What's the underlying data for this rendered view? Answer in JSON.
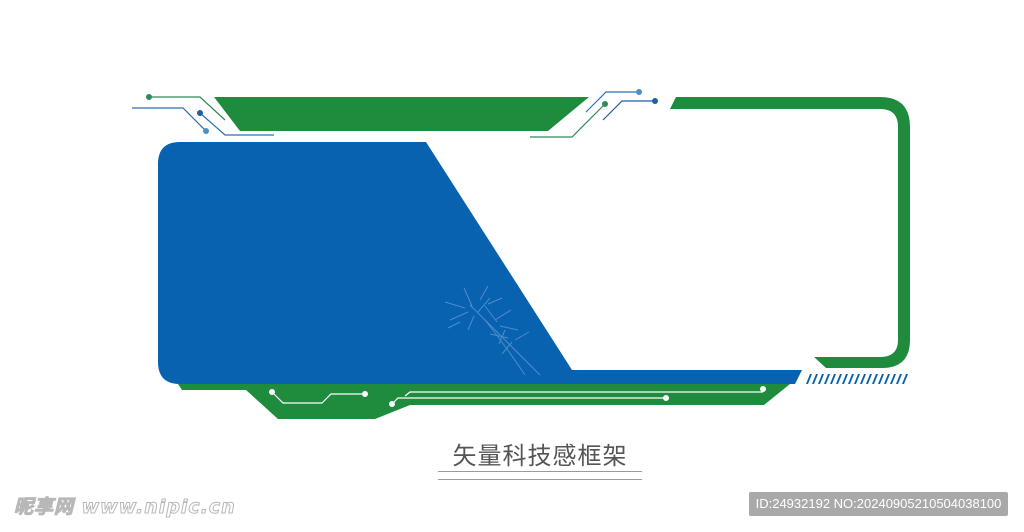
{
  "artwork": {
    "title": "矢量科技感框架",
    "colors": {
      "green": "#1e8c3c",
      "blue": "#0862b0",
      "circuit_green": "#2e8b57",
      "circuit_blue": "#2a6fb0",
      "bamboo": "#5c93d1",
      "caption": "#555555"
    },
    "decorations": [
      "circuit-lines",
      "bamboo-sketch",
      "hatched-stripes"
    ]
  },
  "watermark": {
    "left_text": "昵享网 www.nipic.cn",
    "right_text": "ID:24932192 NO:20240905210504038100"
  }
}
